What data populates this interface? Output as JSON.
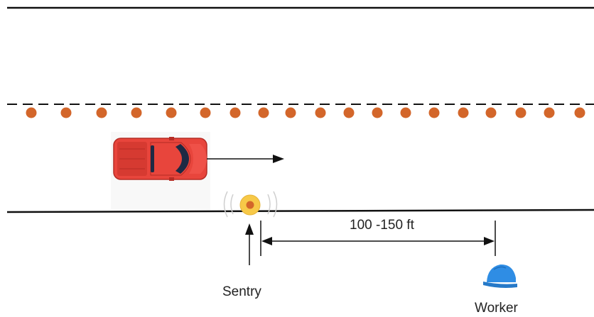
{
  "labels": {
    "distance": "100 -150 ft",
    "sentry": "Sentry",
    "worker": "Worker"
  },
  "colors": {
    "cone": "#d3662a",
    "truck": "#e8453c",
    "truck_dark": "#b52c25",
    "sentry_outer": "#f7c948",
    "sentry_inner": "#d3662a",
    "hardhat": "#2f8de4",
    "line": "#111111"
  },
  "icons": {
    "vehicle": "pickup-truck-icon",
    "sentry": "sentry-beacon-icon",
    "worker": "hardhat-icon"
  }
}
